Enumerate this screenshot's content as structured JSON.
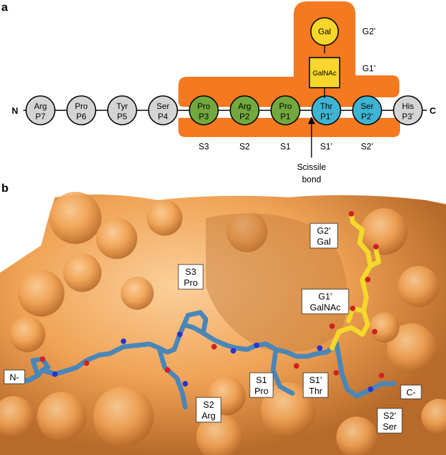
{
  "panel_a": {
    "letter": "a",
    "n_term": "N",
    "c_term": "C",
    "residues": [
      {
        "aa": "Arg",
        "pos": "P7",
        "color": "#d4d4d4"
      },
      {
        "aa": "Pro",
        "pos": "P6",
        "color": "#d4d4d4"
      },
      {
        "aa": "Tyr",
        "pos": "P5",
        "color": "#d4d4d4"
      },
      {
        "aa": "Ser",
        "pos": "P4",
        "color": "#d4d4d4"
      },
      {
        "aa": "Pro",
        "pos": "P3",
        "color": "#72a83d"
      },
      {
        "aa": "Arg",
        "pos": "P2",
        "color": "#72a83d"
      },
      {
        "aa": "Pro",
        "pos": "P1",
        "color": "#72a83d"
      },
      {
        "aa": "Thr",
        "pos": "P1’",
        "color": "#3fb3d2"
      },
      {
        "aa": "Ser",
        "pos": "P2’",
        "color": "#3fb3d2"
      },
      {
        "aa": "His",
        "pos": "P3’",
        "color": "#d4d4d4"
      }
    ],
    "subsites": [
      "S3",
      "S2",
      "S1",
      "S1’",
      "S2’"
    ],
    "glycan": {
      "gal": "Gal",
      "galnac": "GalNAc",
      "g2": "G2’",
      "g1": "G1’",
      "gal_color": "#f8d62b",
      "galnac_color": "#f8d62b"
    },
    "scissile": [
      "Scissile",
      "bond"
    ],
    "enzyme_color": "#f47920"
  },
  "panel_b": {
    "letter": "b",
    "labels": {
      "g2": [
        "G2’",
        "Gal"
      ],
      "s3": [
        "S3",
        "Pro"
      ],
      "g1": [
        "G1’",
        "GalNAc"
      ],
      "n": "N-",
      "s1": [
        "S1",
        "Pro"
      ],
      "s1p": [
        "S1’",
        "Thr"
      ],
      "c": "C-",
      "s2": [
        "S2",
        "Arg"
      ],
      "s2p": [
        "S2’",
        "Ser"
      ]
    },
    "surface_color": "#f2a657",
    "peptide_color": "#4a86b8",
    "glycan_color": "#f4d82a",
    "oxygen_color": "#d42020",
    "nitrogen_color": "#2b34c8"
  }
}
